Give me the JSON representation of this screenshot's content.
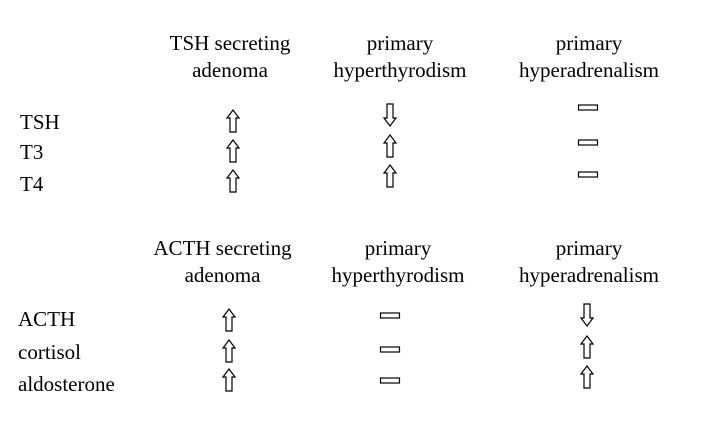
{
  "thyroid_table": {
    "columns": [
      {
        "line1": "TSH secreting",
        "line2": "adenoma"
      },
      {
        "line1": "primary",
        "line2": "hyperthyrodism"
      },
      {
        "line1": "primary",
        "line2": "hyperadrenalism"
      }
    ],
    "rows": [
      {
        "label": "TSH",
        "values": [
          "up",
          "down",
          "normal"
        ]
      },
      {
        "label": "T3",
        "values": [
          "up",
          "up",
          "normal"
        ]
      },
      {
        "label": "T4",
        "values": [
          "up",
          "up",
          "normal"
        ]
      }
    ]
  },
  "adrenal_table": {
    "columns": [
      {
        "line1": "ACTH secreting",
        "line2": "adenoma"
      },
      {
        "line1": "primary",
        "line2": "hyperthyrodism"
      },
      {
        "line1": "primary",
        "line2": "hyperadrenalism"
      }
    ],
    "rows": [
      {
        "label": "ACTH",
        "values": [
          "up",
          "normal",
          "down"
        ]
      },
      {
        "label": "cortisol",
        "values": [
          "up",
          "normal",
          "up"
        ]
      },
      {
        "label": "aldosterone",
        "values": [
          "up",
          "normal",
          "up"
        ]
      }
    ]
  }
}
